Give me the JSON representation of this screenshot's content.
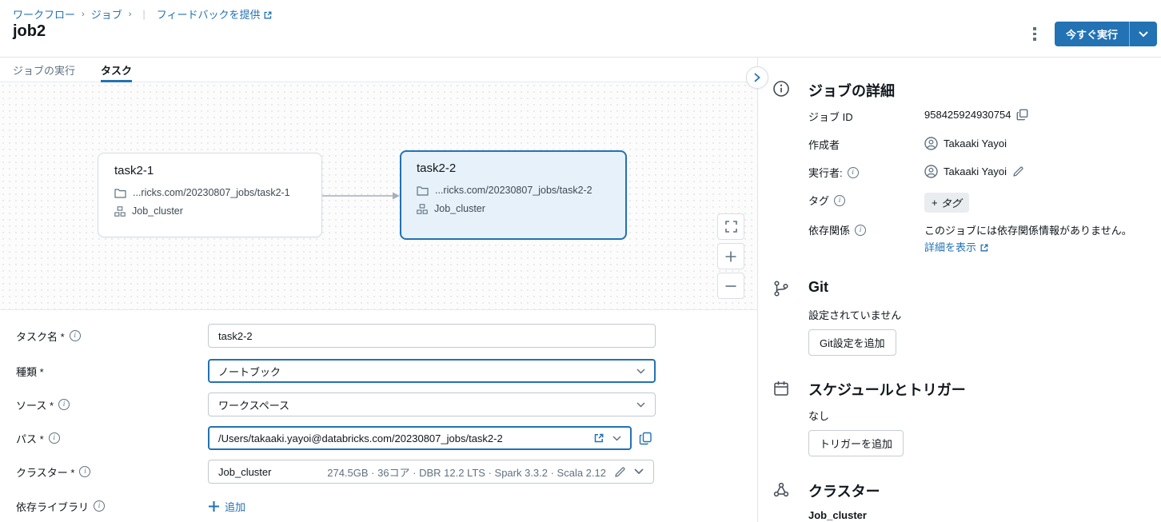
{
  "colors": {
    "accent": "#2272B4",
    "selected_card_bg": "#E7F1FA",
    "text_dark": "#11171C",
    "text_gray": "#5F7281"
  },
  "breadcrumb": {
    "workflows": "ワークフロー",
    "jobs": "ジョブ",
    "feedback": "フィードバックを提供"
  },
  "header": {
    "title": "job2",
    "run_now": "今すぐ実行"
  },
  "tabs": {
    "runs": "ジョブの実行",
    "tasks": "タスク"
  },
  "canvas": {
    "tasks": [
      {
        "name": "task2-1",
        "path": "...ricks.com/20230807_jobs/task2-1",
        "cluster": "Job_cluster",
        "selected": false
      },
      {
        "name": "task2-2",
        "path": "...ricks.com/20230807_jobs/task2-2",
        "cluster": "Job_cluster",
        "selected": true
      }
    ]
  },
  "form": {
    "task_name": {
      "label": "タスク名 *",
      "value": "task2-2"
    },
    "type": {
      "label": "種類 *",
      "value": "ノートブック"
    },
    "source": {
      "label": "ソース *",
      "value": "ワークスペース"
    },
    "path": {
      "label": "パス *",
      "value": "/Users/takaaki.yayoi@databricks.com/20230807_jobs/task2-2"
    },
    "cluster": {
      "label": "クラスター *",
      "value": "Job_cluster",
      "detail": "274.5GB · 36コア · DBR 12.2 LTS · Spark 3.3.2 · Scala 2.12"
    },
    "libraries": {
      "label": "依存ライブラリ",
      "add": "追加"
    }
  },
  "panel": {
    "details": {
      "title": "ジョブの詳細",
      "job_id_label": "ジョブ ID",
      "job_id_value": "958425924930754",
      "creator_label": "作成者",
      "creator_value": "Takaaki Yayoi",
      "run_as_label": "実行者:",
      "run_as_value": "Takaaki Yayoi",
      "tags_label": "タグ",
      "tags_chip": "タグ",
      "deps_label": "依存関係",
      "deps_text": "このジョブには依存関係情報がありません。",
      "deps_link": "詳細を表示"
    },
    "git": {
      "title": "Git",
      "status": "設定されていません",
      "button": "Git設定を追加"
    },
    "schedule": {
      "title": "スケジュールとトリガー",
      "status": "なし",
      "button": "トリガーを追加"
    },
    "cluster": {
      "title": "クラスター",
      "value": "Job_cluster"
    }
  }
}
